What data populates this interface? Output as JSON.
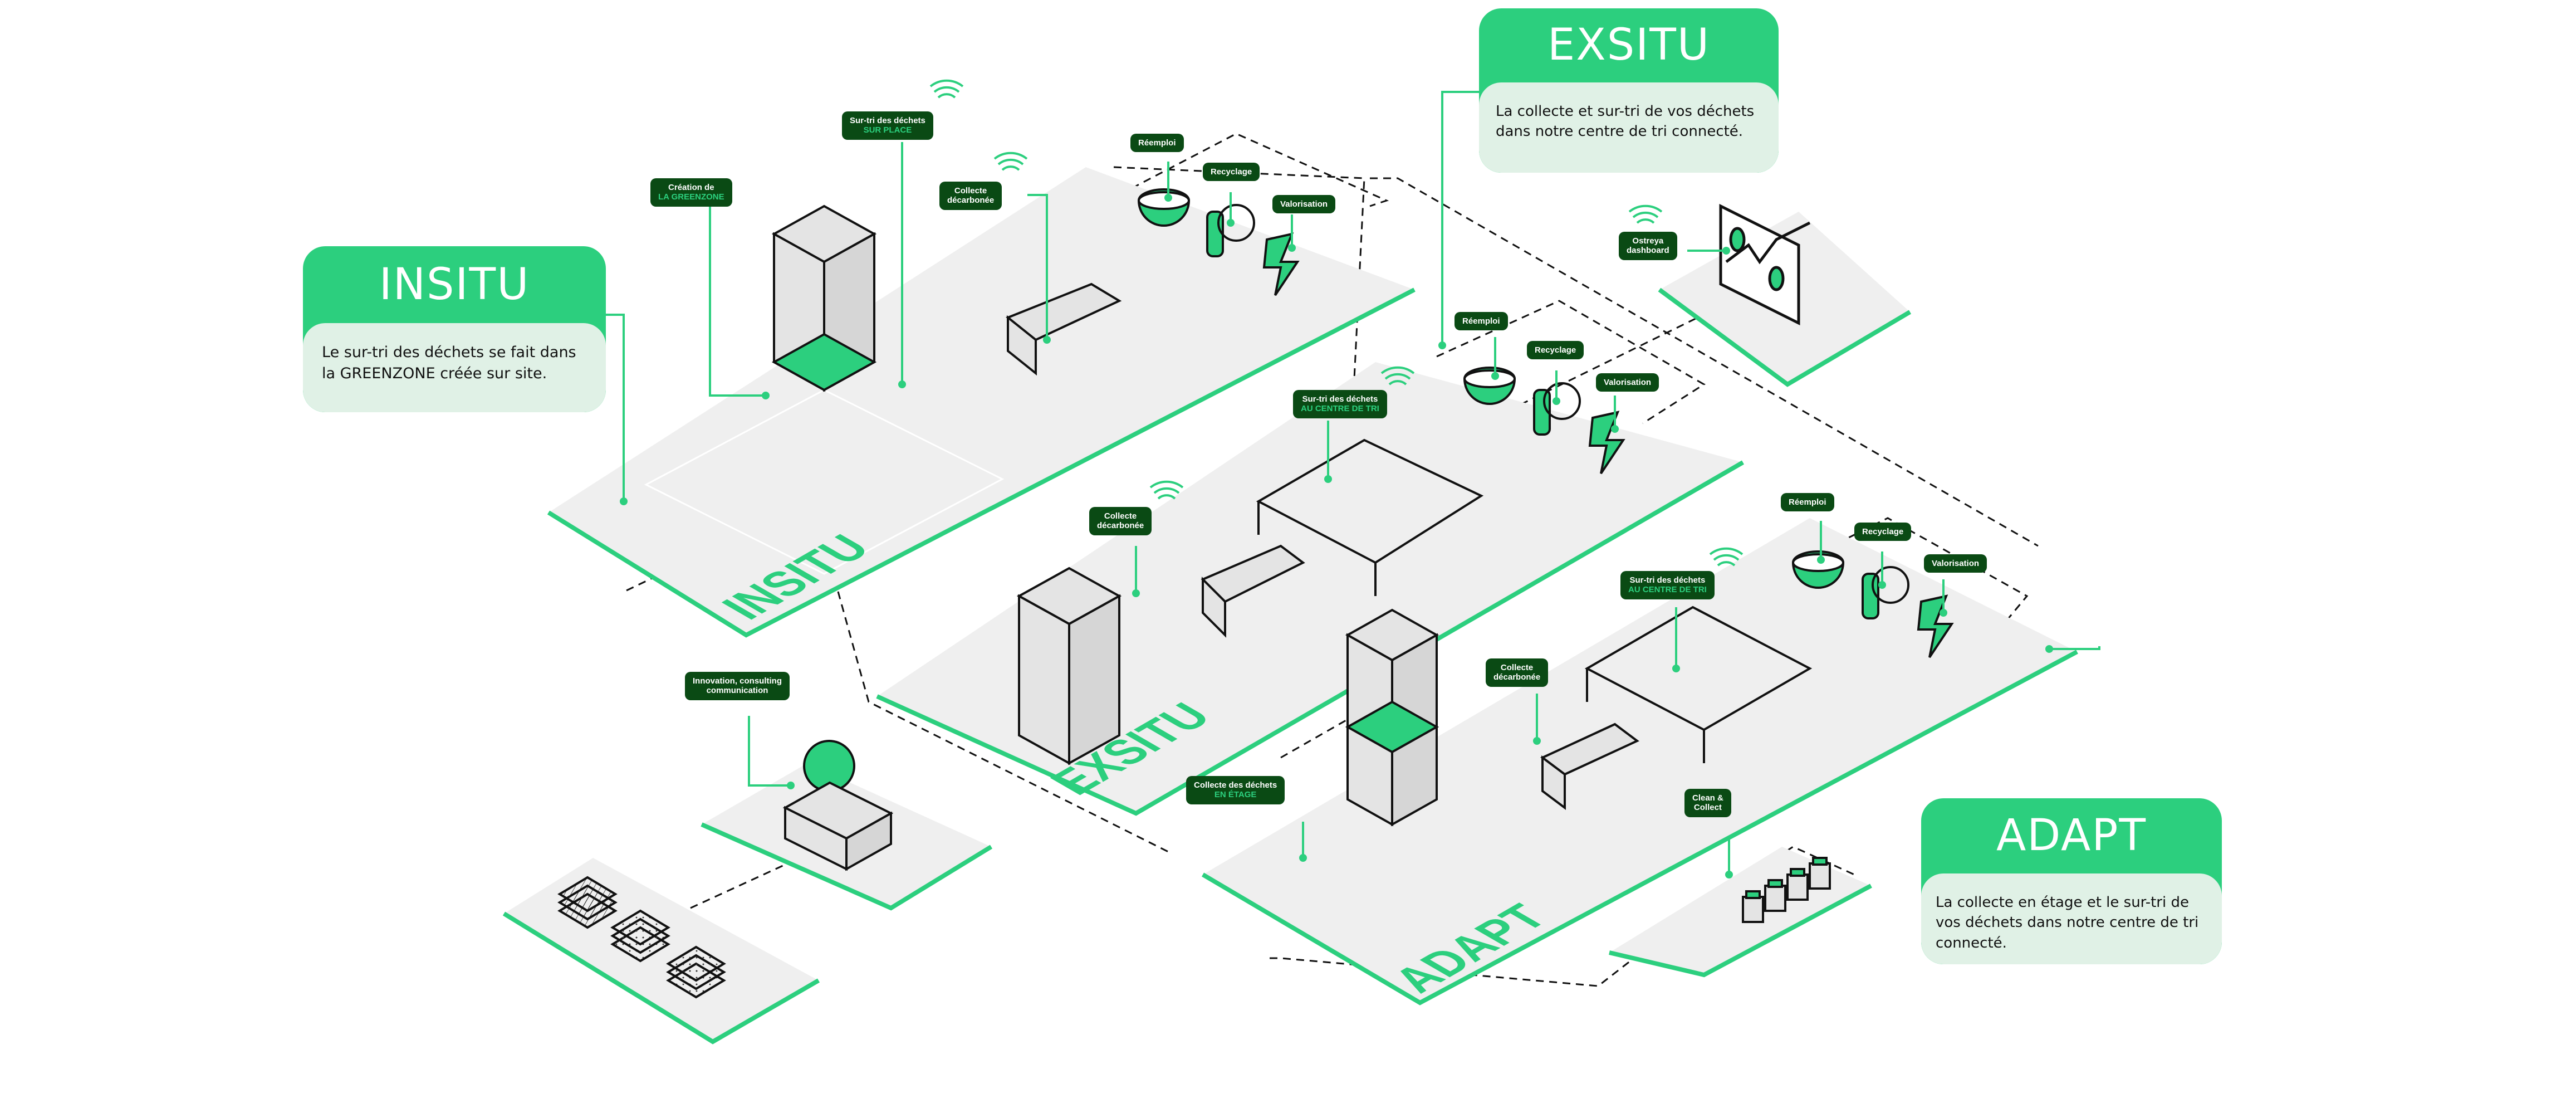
{
  "colors": {
    "accent": "#2ccf7e",
    "dark_tag": "#0a4a14",
    "platform": "#efefef",
    "desc_bg": "#e0f1e6",
    "ink": "#111111"
  },
  "callouts": {
    "insitu": {
      "title": "INSITU",
      "description": "Le sur-tri des déchets se fait dans la GREENZONE créée sur site."
    },
    "exsitu": {
      "title": "EXSITU",
      "description": "La collecte et sur-tri de vos déchets dans notre centre de tri connecté."
    },
    "adapt": {
      "title": "ADAPT",
      "description": "La collecte en étage et le sur-tri de vos déchets dans notre centre de tri connecté."
    }
  },
  "platforms": {
    "insitu": "INSITU",
    "exsitu": "EXSITU",
    "adapt": "ADAPT"
  },
  "tags": {
    "creation_greenzone": {
      "line1": "Création de",
      "line2": "LA GREENZONE"
    },
    "surtri_sur_place": {
      "line1": "Sur-tri des déchets",
      "line2": "SUR PLACE"
    },
    "collecte_decarbonee_1": {
      "line1": "Collecte",
      "line2": "décarbonée"
    },
    "reemploi_1": "Réemploi",
    "recyclage_1": "Recyclage",
    "valorisation_1": "Valorisation",
    "ostreya_dashboard": {
      "line1": "Ostreya",
      "line2": "dashboard"
    },
    "reemploi_2": "Réemploi",
    "recyclage_2": "Recyclage",
    "valorisation_2": "Valorisation",
    "surtri_centre_1": {
      "line1": "Sur-tri des déchets",
      "line2": "AU CENTRE DE TRI"
    },
    "collecte_decarbonee_2": {
      "line1": "Collecte",
      "line2": "décarbonée"
    },
    "innovation": {
      "line1": "Innovation, consulting",
      "line2": "communication"
    },
    "reemploi_3": "Réemploi",
    "recyclage_3": "Recyclage",
    "valorisation_3": "Valorisation",
    "surtri_centre_2": {
      "line1": "Sur-tri des déchets",
      "line2": "AU CENTRE DE TRI"
    },
    "collecte_decarbonee_3": {
      "line1": "Collecte",
      "line2": "décarbonée"
    },
    "collecte_etage": {
      "line1": "Collecte des déchets",
      "line2": "EN ÉTAGE"
    },
    "clean_collect": {
      "line1": "Clean &",
      "line2": "Collect"
    }
  }
}
